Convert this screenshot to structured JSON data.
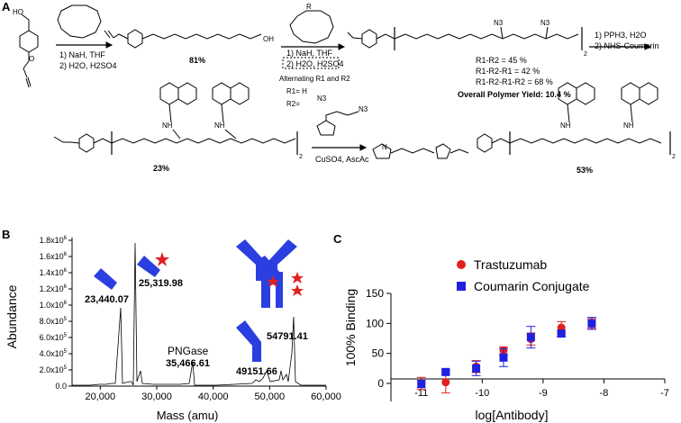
{
  "panels": {
    "a_letter": "A",
    "b_letter": "B",
    "c_letter": "C"
  },
  "scheme": {
    "step1_conditions": [
      "1) NaH, THF",
      "2) H2O, H2SO4"
    ],
    "step1_yield": "81%",
    "step2_conditions": [
      "1) NaH, THF",
      "2) H2O, H2SO4"
    ],
    "step2_note": "Alternating R1 and R2",
    "r1_label": "R1= H",
    "r2_label": "R2=",
    "r_label": "R",
    "n3_label": "N3",
    "n_subscript": "2",
    "yields_list": [
      "R1-R2 = 45 %",
      "R1-R2-R1 = 42 %",
      "R1-R2-R1-R2 = 68 %"
    ],
    "overall_yield": "Overall Polymer Yield: 10.4 %",
    "step3_conditions": [
      "1) PPH3, H2O",
      "2) NHS-Coumarin"
    ],
    "yield_23": "23%",
    "step4_conditions": [
      "CuSO4, AscAc"
    ],
    "yield_53": "53%",
    "nh_label": "NH",
    "oh_label": "OH",
    "o_label": "O",
    "ho_label": "HO",
    "n3_reagent": "N3",
    "n_label": "N"
  },
  "spectrum": {
    "ylabel": "Abundance",
    "xlabel": "Mass (amu)",
    "y_ticks": [
      "0.0",
      "2.0x10^5",
      "4.0x10^5",
      "6.0x10^5",
      "8.0x10^5",
      "1.0x10^6",
      "1.2x10^6",
      "1.4x10^6",
      "1.6x10^6",
      "1.8x10^6"
    ],
    "x_ticks": [
      "20,000",
      "30,000",
      "40,000",
      "50,000",
      "60,000"
    ],
    "peak_labels": [
      "25,319.98",
      "23,440.07",
      "35,466.61",
      "49151.66",
      "54791.41"
    ],
    "pngase_label": "PNGase",
    "colors": {
      "antibody": "#2b3fe0",
      "star": "#e02020"
    }
  },
  "chart_data": {
    "type": "scatter",
    "title": "",
    "xlabel": "log[Antibody]",
    "ylabel": "100% Binding",
    "xlim": [
      -11.5,
      -7
    ],
    "ylim": [
      -30,
      150
    ],
    "x_ticks": [
      "-11",
      "-10",
      "-9",
      "-8",
      "-7"
    ],
    "y_ticks": [
      "0",
      "50",
      "100",
      "150"
    ],
    "legend_position": "top-center",
    "series": [
      {
        "name": "Trastuzumab",
        "marker": "circle",
        "color": "#e02020",
        "points": [
          {
            "x": -11.0,
            "y": 0,
            "err": 10
          },
          {
            "x": -10.6,
            "y": 2,
            "err": 18
          },
          {
            "x": -10.1,
            "y": 28,
            "err": 10
          },
          {
            "x": -9.65,
            "y": 55,
            "err": 6
          },
          {
            "x": -9.2,
            "y": 74,
            "err": 10
          },
          {
            "x": -8.7,
            "y": 93,
            "err": 10
          },
          {
            "x": -8.2,
            "y": 100,
            "err": 8
          }
        ]
      },
      {
        "name": "Coumarin Conjugate",
        "marker": "square",
        "color": "#2020e0",
        "points": [
          {
            "x": -11.0,
            "y": -1,
            "err": 6
          },
          {
            "x": -10.6,
            "y": 19,
            "err": 4
          },
          {
            "x": -10.1,
            "y": 25,
            "err": 12
          },
          {
            "x": -9.65,
            "y": 43,
            "err": 15
          },
          {
            "x": -9.2,
            "y": 77,
            "err": 18
          },
          {
            "x": -8.7,
            "y": 83,
            "err": 5
          },
          {
            "x": -8.2,
            "y": 100,
            "err": 10
          }
        ]
      }
    ]
  }
}
